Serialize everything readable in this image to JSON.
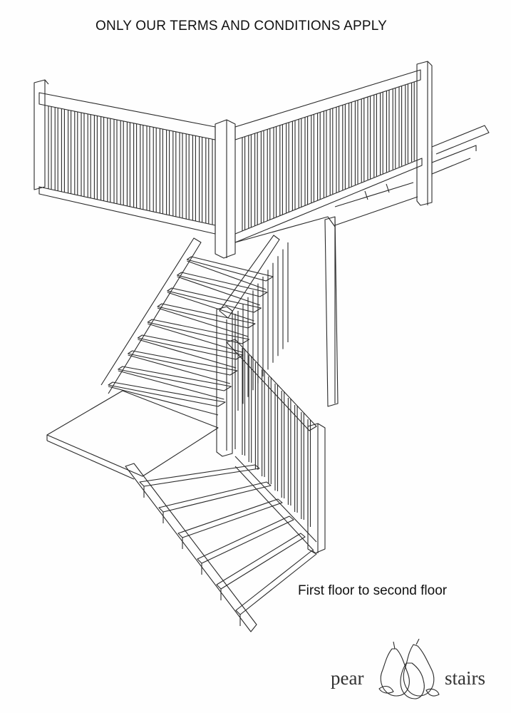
{
  "header": {
    "notice": "ONLY OUR TERMS AND CONDITIONS APPLY"
  },
  "diagram": {
    "caption": "First floor to second floor",
    "spindle_color": "#2a2a2a"
  },
  "logo": {
    "word_left": "pear",
    "word_right": "stairs",
    "icon": "pear-fruit-icon"
  }
}
